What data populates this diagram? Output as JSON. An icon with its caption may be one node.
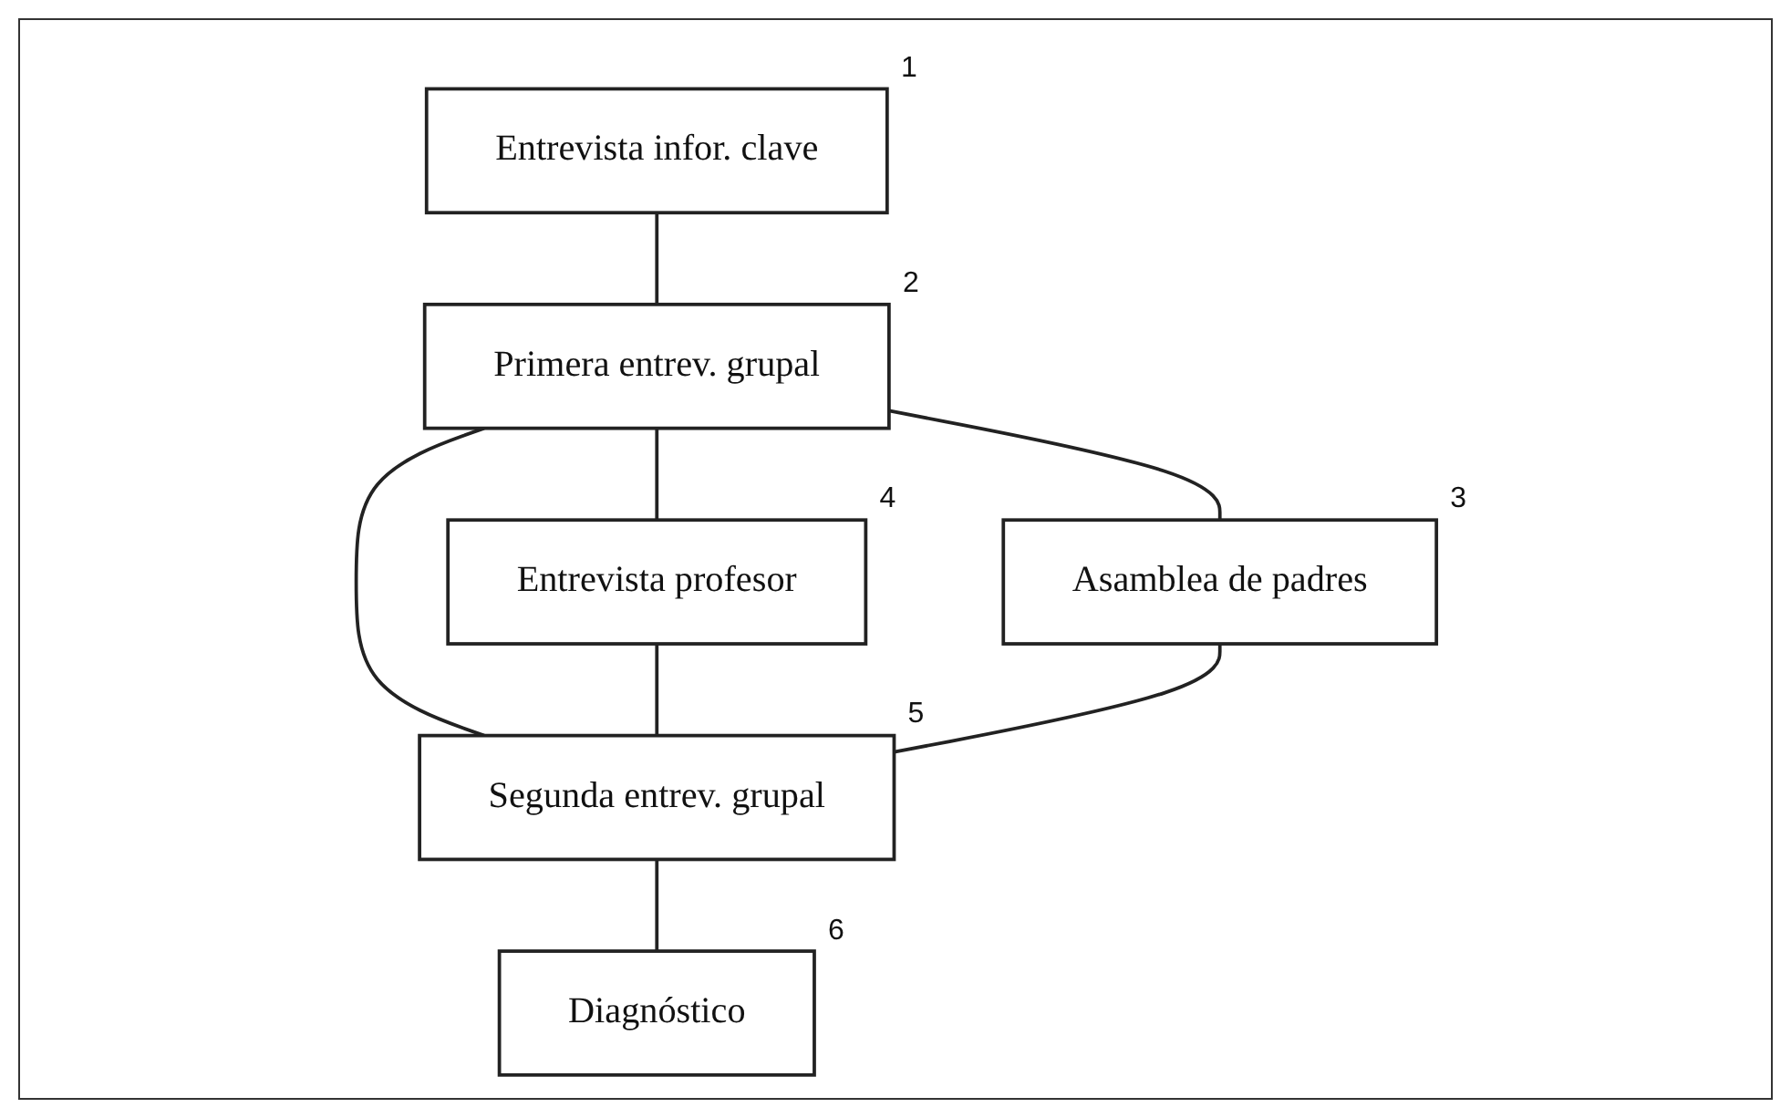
{
  "diagram": {
    "nodes": [
      {
        "text": [
          "Entrevista infor. clave"
        ],
        "beside": [
          "1"
        ]
      },
      {
        "text": [
          "Entrevista profesor"
        ],
        "beside": [
          "4"
        ]
      },
      {
        "text": [
          "Primera entrev. grupal"
        ],
        "beside": [
          "2"
        ]
      },
      {
        "text": [
          "Asamblea de padres"
        ],
        "beside": [
          "3"
        ]
      },
      {
        "text": [
          "Segunda entrev. grupal"
        ],
        "beside": [
          "5"
        ]
      },
      {
        "text": [
          "Diagnóstico"
        ],
        "beside": [
          "6"
        ]
      }
    ],
    "edges": [
      {
        "from": 0,
        "to": 2,
        "arrow": "none"
      },
      {
        "from": 2,
        "to": 1,
        "arrow": "none"
      },
      {
        "from": 2,
        "to": 3,
        "arrow": "none"
      },
      {
        "from": 2,
        "to": 4,
        "arrow": "none"
      },
      {
        "from": 1,
        "to": 4,
        "arrow": "none"
      },
      {
        "from": 3,
        "to": 4,
        "arrow": "none"
      },
      {
        "from": 4,
        "to": 5,
        "arrow": "none"
      }
    ]
  }
}
